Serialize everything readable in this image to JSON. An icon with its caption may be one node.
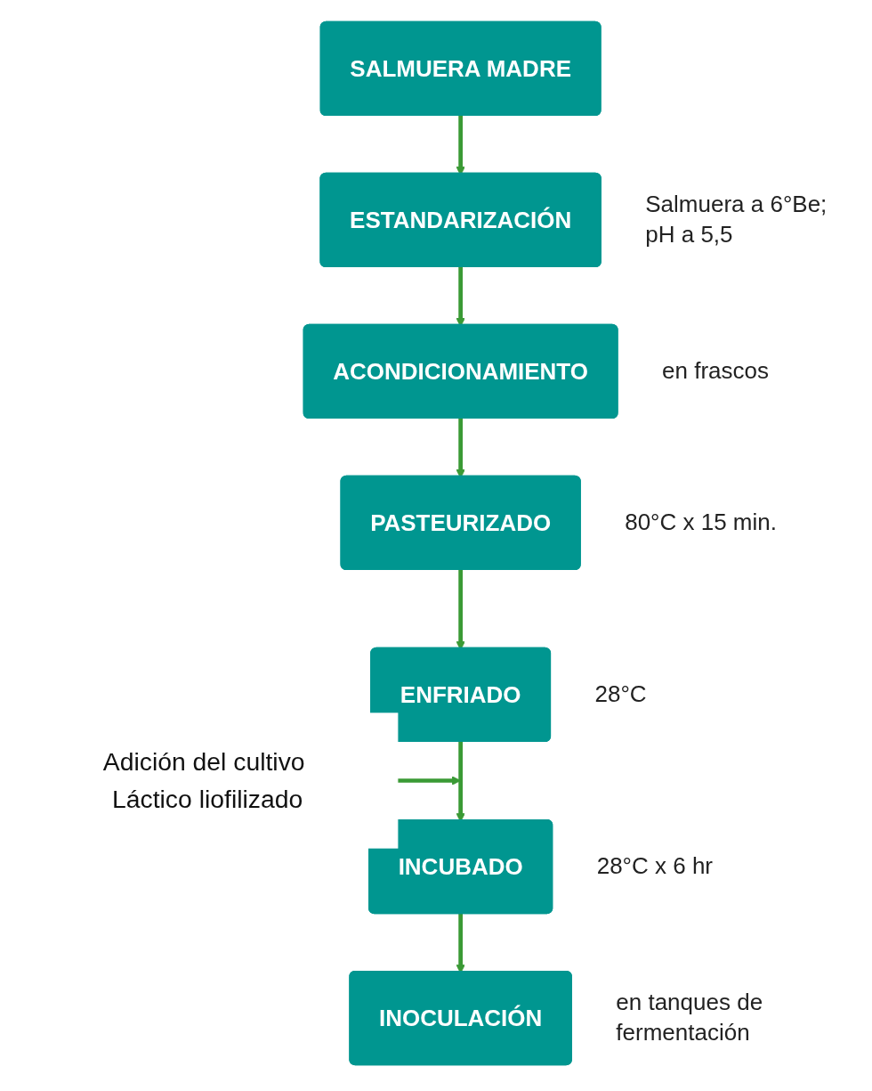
{
  "diagram": {
    "nodes": [
      {
        "text": [
          "SALMUERA MADRE"
        ]
      },
      {
        "text": [
          "ESTANDARIZACIÓN"
        ],
        "beside": [
          "Salmuera a 6°Be; pH a 5,5"
        ]
      },
      {
        "text": [
          "ACONDICIONAMIENTO"
        ],
        "beside": [
          "en frascos"
        ]
      },
      {
        "text": [
          "PASTEURIZADO"
        ],
        "beside": [
          "80°C x 15 min."
        ]
      },
      {
        "text": [
          "ENFRIADO"
        ],
        "beside": [
          "28°C"
        ]
      },
      {
        "text": [
          "INCUBADO"
        ],
        "beside": [
          "28°C x 6 hr"
        ]
      },
      {
        "text": [
          "INOCULACIÓN"
        ],
        "beside": [
          "en tanques de fermentación"
        ]
      },
      {
        "text": [
          "Adición del cultivo Láctico liofilizado"
        ]
      }
    ],
    "edges": [
      {
        "from": 0,
        "to": 1,
        "arrow": "to"
      },
      {
        "from": 1,
        "to": 2,
        "arrow": "to"
      },
      {
        "from": 2,
        "to": 3,
        "arrow": "to"
      },
      {
        "from": 3,
        "to": 4,
        "arrow": "to"
      },
      {
        "from": 4,
        "to": 5,
        "arrow": "to"
      },
      {
        "from": 5,
        "to": 6,
        "arrow": "to"
      },
      {
        "from": 7,
        "to": 5,
        "arrow": "to"
      }
    ]
  }
}
